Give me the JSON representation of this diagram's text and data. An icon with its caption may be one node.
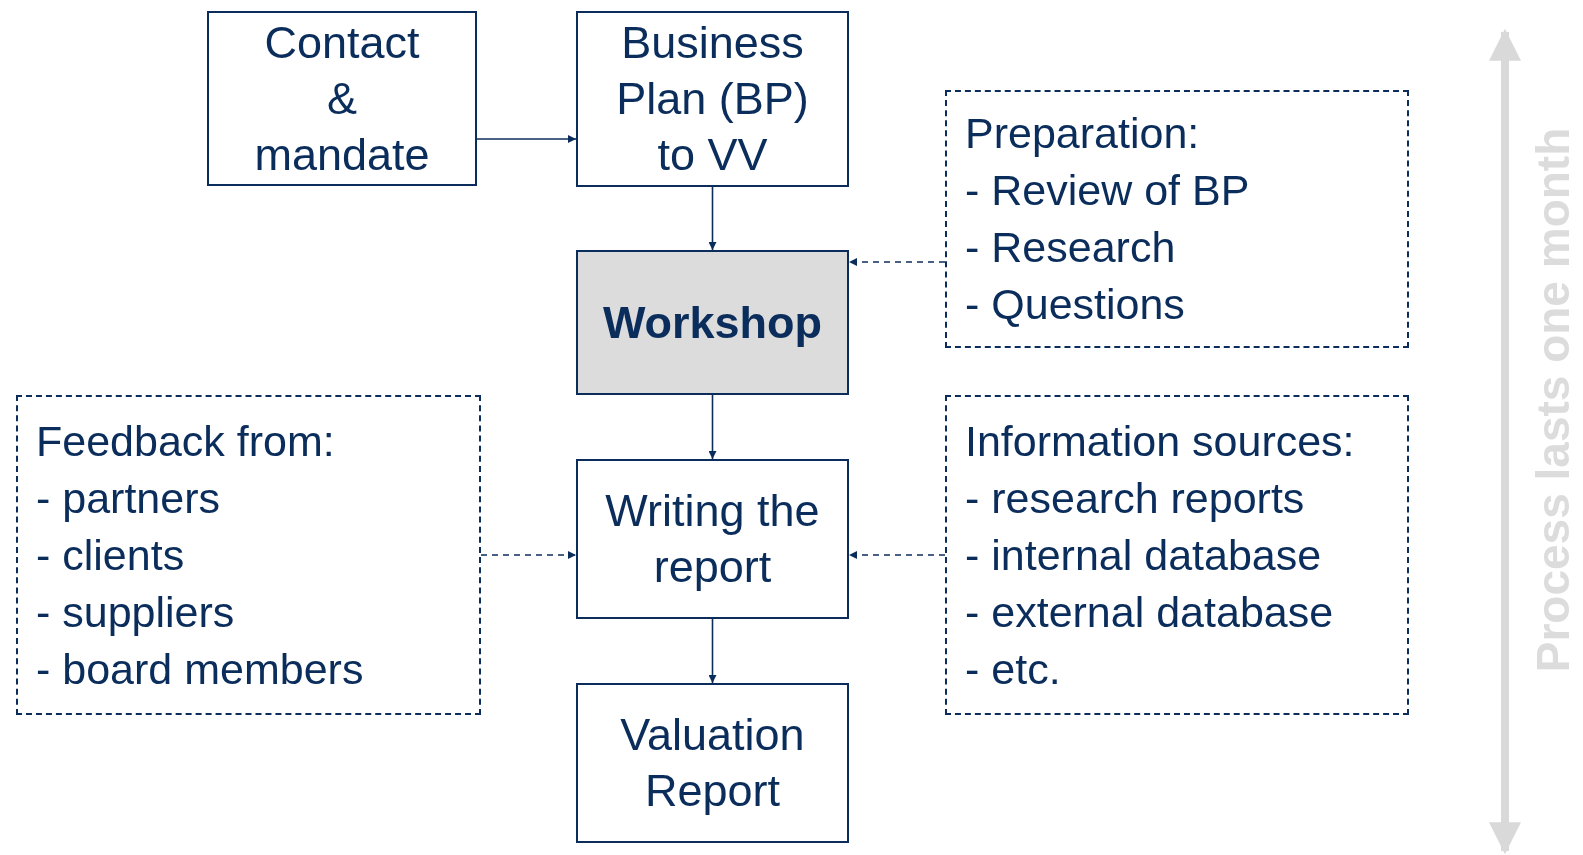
{
  "diagram": {
    "nodes": [
      {
        "text": [
          "Contact & mandate"
        ]
      },
      {
        "text": [
          "Business Plan (BP) to VV"
        ]
      },
      {
        "text": [
          "Preparation:",
          "- Review of BP",
          "- Research",
          "- Questions"
        ]
      },
      {
        "text": [
          "Workshop"
        ]
      },
      {
        "text": [
          "Feedback from:",
          "- partners",
          "- clients",
          "- suppliers",
          "- board members"
        ]
      },
      {
        "text": [
          "Writing the report"
        ]
      },
      {
        "text": [
          "Information sources:",
          "- research reports",
          "- internal database",
          "- external database",
          "- etc."
        ]
      },
      {
        "text": [
          "Valuation Report"
        ]
      }
    ],
    "edges": [
      {
        "from": 0,
        "to": 1,
        "arrow": "to"
      },
      {
        "from": 1,
        "to": 3,
        "arrow": "to"
      },
      {
        "from": 2,
        "to": 3,
        "arrow": "to",
        "style": "dashed"
      },
      {
        "from": 3,
        "to": 5,
        "arrow": "to"
      },
      {
        "from": 4,
        "to": 5,
        "arrow": "to",
        "style": "dashed"
      },
      {
        "from": 6,
        "to": 5,
        "arrow": "to",
        "style": "dashed"
      },
      {
        "from": 5,
        "to": 7,
        "arrow": "to"
      }
    ],
    "labels": [
      "Process lasts one month"
    ]
  }
}
